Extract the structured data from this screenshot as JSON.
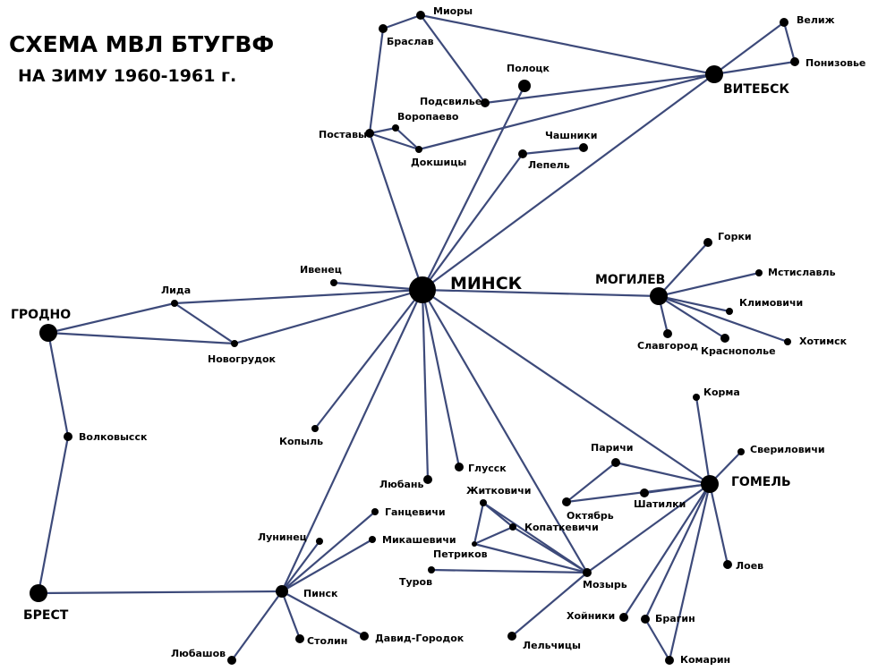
{
  "title": {
    "line1": "СХЕМА МВЛ БТУГВФ",
    "line2": "НА ЗИМУ 1960-1961 г."
  },
  "colors": {
    "edge": "#3d4a7a",
    "node": "#000000"
  },
  "nodes": {
    "minsk": "МИНСК",
    "vitebsk": "ВИТЕБСК",
    "mogilev": "МОГИЛЕВ",
    "grodno": "ГРОДНО",
    "gomel": "ГОМЕЛЬ",
    "brest": "БРЕСТ",
    "velizh": "Велиж",
    "ponizovye": "Понизовье",
    "miory": "Миоры",
    "braslav": "Браслав",
    "polotsk": "Полоцк",
    "podsvilye": "Подсвилье",
    "voropaevo": "Воропаево",
    "postavy": "Поставы",
    "dokshitsy": "Докшицы",
    "chashniki": "Чашники",
    "lepel": "Лепель",
    "gorki": "Горки",
    "mstislavl": "Мстиславль",
    "klimovichi": "Климовичи",
    "khotimsk": "Хотимск",
    "krasnopolye": "Краснополье",
    "slavgorod": "Славгород",
    "ivenets": "Ивенец",
    "lida": "Лида",
    "novogrudok": "Новогрудок",
    "volkovysk": "Волковысск",
    "kopyl": "Копыль",
    "lyuban": "Любань",
    "glussk": "Глусск",
    "korma": "Корма",
    "sverilovichi": "Свериловичи",
    "parichi": "Паричи",
    "oktyabr": "Октябрь",
    "shatilki": "Шатилки",
    "zhitkovichi": "Житковичи",
    "kopatkevichi": "Копаткевичи",
    "petrikov": "Петриков",
    "gantsevichi": "Ганцевичи",
    "luninets": "Лунинец",
    "mikashevichi": "Микашевичи",
    "turov": "Туров",
    "mozyr": "Мозырь",
    "loev": "Лоев",
    "pinsk": "Пинск",
    "khoyniki": "Хойники",
    "bragin": "Брагин",
    "stolin": "Столин",
    "david_gorodok": "Давид-Городок",
    "lyubashov": "Любашов",
    "lelchitsy": "Лельчицы",
    "komarin": "Комарин"
  }
}
